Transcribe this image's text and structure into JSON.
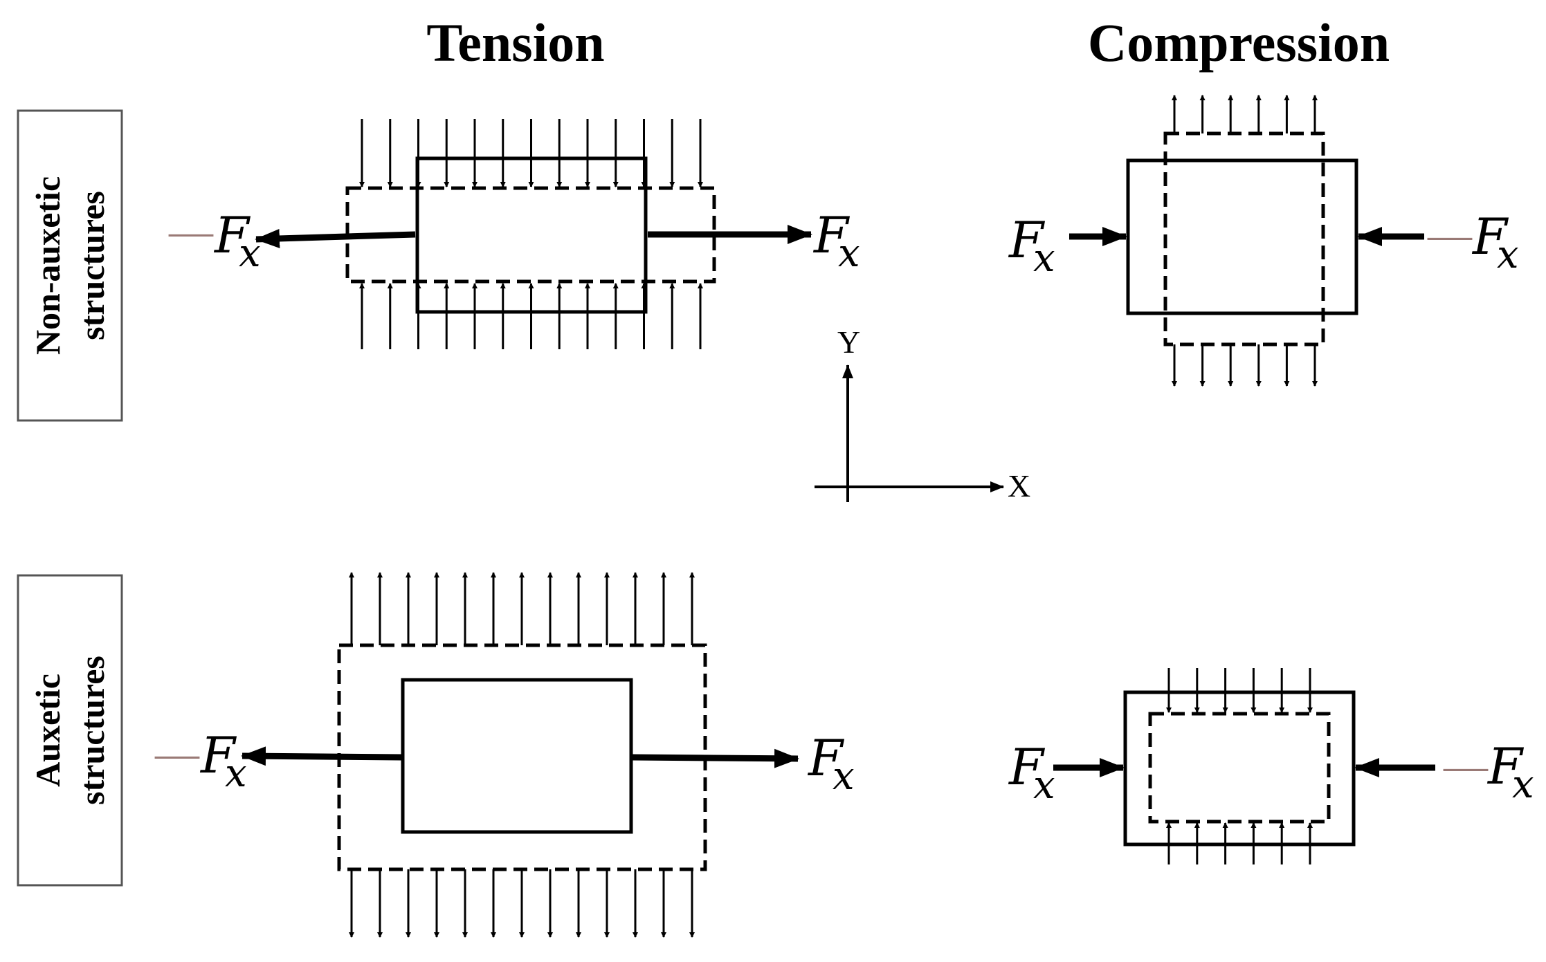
{
  "titles": {
    "tension": "Tension",
    "compression": "Compression"
  },
  "row_labels": {
    "non_auxetic": [
      "Non-auxetic",
      "structures"
    ],
    "auxetic": [
      "Auxetic",
      "structures"
    ]
  },
  "axes": {
    "x": "X",
    "y": "Y"
  },
  "force": {
    "symbol": "F",
    "subscript": "x",
    "negative_sign": "—"
  }
}
